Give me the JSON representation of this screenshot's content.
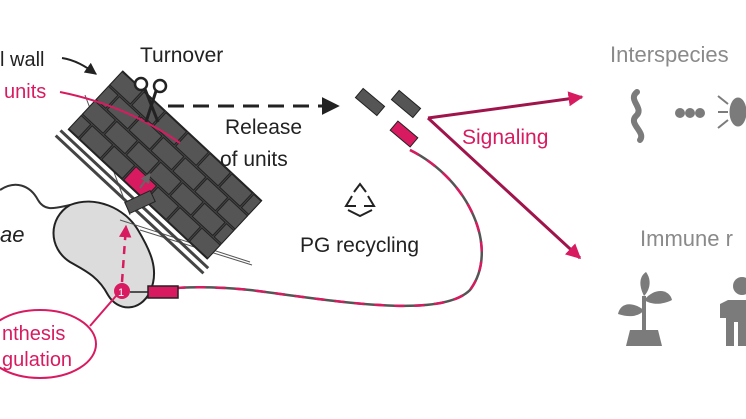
{
  "labels": {
    "cell_wall": "l wall",
    "units": "units",
    "turnover": "Turnover",
    "release_line1": "Release",
    "release_line2": "of units",
    "signaling": "Signaling",
    "pg_recycling": "PG recycling",
    "cell_type": "ae",
    "synthesis_line1": "nthesis",
    "synthesis_line2": "gulation",
    "step_number": "1",
    "interspecies": "Interspecies",
    "immune": "Immune r"
  },
  "colors": {
    "accent": "#d81b60",
    "brick": "#555555",
    "brick_stroke": "#222222",
    "cell_fill": "#dcdcdc",
    "grey_text": "#8a8a8a",
    "icon_grey": "#7b7b7b",
    "ink": "#222222"
  },
  "icons": [
    "scissors-icon",
    "recycle-icon",
    "bacterium-icon",
    "diplococcus-icon",
    "insect-icon",
    "plant-icon",
    "human-icon"
  ]
}
